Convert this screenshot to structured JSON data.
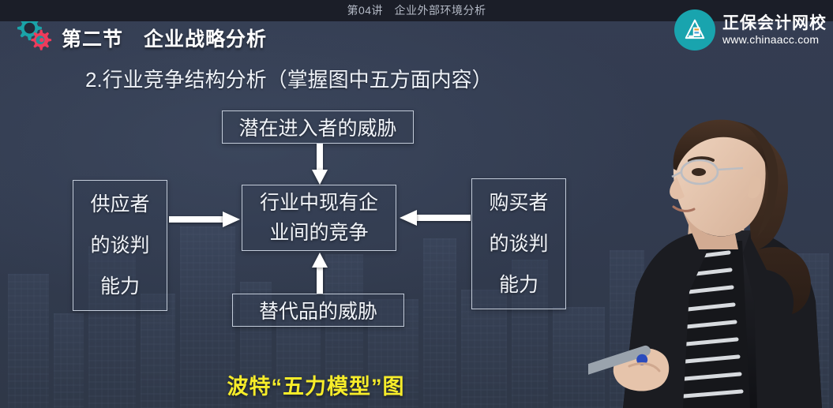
{
  "topbar": {
    "lecture_title": "第04讲　企业外部环境分析"
  },
  "header": {
    "section_title": "第二节　企业战略分析",
    "gear_icon_teal": "gear-icon",
    "gear_icon_red": "gear-icon"
  },
  "brand": {
    "mark_icon": "book-logo-icon",
    "name_cn": "正保会计网校",
    "url": "www.chinaacc.com",
    "mark_color": "#19a4ae"
  },
  "slide": {
    "subtitle": "2.行业竞争结构分析（掌握图中五方面内容）",
    "caption": "波特“五力模型”图",
    "caption_color": "#f6ec2a"
  },
  "diagram": {
    "name": "porter-five-forces",
    "nodes": {
      "new_entrants": {
        "label": "潜在进入者的威胁",
        "lines": [
          "潜在进入者的威胁"
        ]
      },
      "core": {
        "label": "行业中现有企业间的竞争",
        "lines": [
          "行业中现有企",
          "业间的竞争"
        ]
      },
      "suppliers": {
        "label": "供应者的谈判能力",
        "lines": [
          "供应者",
          "的谈判",
          "能力"
        ]
      },
      "buyers": {
        "label": "购买者的谈判能力",
        "lines": [
          "购买者",
          "的谈判",
          "能力"
        ]
      },
      "substitutes": {
        "label": "替代品的威胁",
        "lines": [
          "替代品的威胁"
        ]
      }
    },
    "arrows": [
      {
        "name": "arrow-new-entrants-to-core",
        "direction": "down"
      },
      {
        "name": "arrow-substitutes-to-core",
        "direction": "up"
      },
      {
        "name": "arrow-suppliers-to-core",
        "direction": "right"
      },
      {
        "name": "arrow-buyers-to-core",
        "direction": "left"
      }
    ],
    "border_color": "#c3ccda",
    "arrow_color": "#ffffff"
  },
  "presenter": {
    "description": "instructor-video-overlay"
  },
  "theme": {
    "topbar_bg": "#1b1e28",
    "slide_bg": "#333c50",
    "text_color": "#f2f5fa"
  }
}
